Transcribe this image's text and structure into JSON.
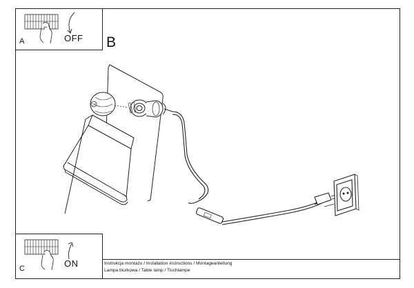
{
  "panels": {
    "a": {
      "letter": "A",
      "switch_label": "OFF"
    },
    "b": {
      "letter": "B"
    },
    "c": {
      "letter": "C",
      "switch_label": "ON"
    }
  },
  "caption": {
    "line1": "Instrukcja montażu / Installation instructions / Montageanleitung",
    "line2": "Lampa biurkowa / Table lamp / Tischlampe"
  }
}
